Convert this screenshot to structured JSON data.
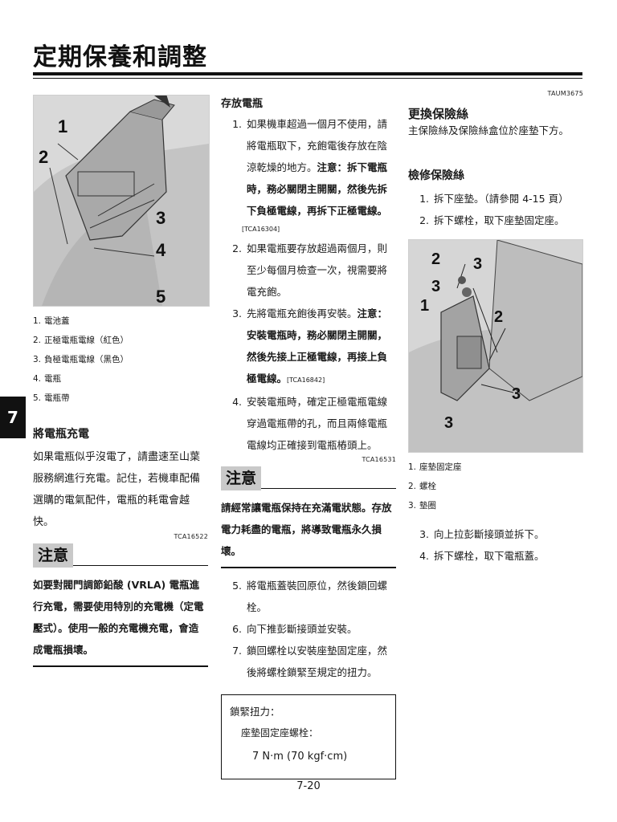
{
  "page": {
    "title": "定期保養和調整",
    "chapter": "7",
    "page_number": "7-20"
  },
  "col1": {
    "figure": {
      "callouts": [
        "1",
        "2",
        "3",
        "4",
        "5"
      ]
    },
    "legend": [
      {
        "num": "1.",
        "text": "電池蓋"
      },
      {
        "num": "2.",
        "text": "正極電瓶電線（紅色）"
      },
      {
        "num": "3.",
        "text": "負極電瓶電線（黑色）"
      },
      {
        "num": "4.",
        "text": "電瓶"
      },
      {
        "num": "5.",
        "text": "電瓶帶"
      }
    ],
    "charging": {
      "title": "將電瓶充電",
      "text": "如果電瓶似乎沒電了，請盡速至山葉服務網進行充電。記住，若機車配備選購的電氣配件，電瓶的耗電會越快。",
      "code": "TCA16522"
    },
    "caution": {
      "label": "注意",
      "text": "如要對閥門調節鉛酸 (VRLA) 電瓶進行充電，需要使用特別的充電機（定電壓式）。使用一般的充電機充電，會造成電瓶損壞。"
    }
  },
  "col2": {
    "storage_title": "存放電瓶",
    "steps_a": [
      {
        "num": "1.",
        "parts": [
          {
            "t": "如果機車超過一個月不使用，請將電瓶取下，充飽電後存放在陰涼乾燥的地方。",
            "b": false
          },
          {
            "t": "注意：拆下電瓶時，務必關閉主開關，然後先拆下負極電線，再拆下正極電線。",
            "b": true
          }
        ],
        "code": "[TCA16304]"
      },
      {
        "num": "2.",
        "parts": [
          {
            "t": "如果電瓶要存放超過兩個月，則至少每個月檢查一次，視需要將電充飽。",
            "b": false
          }
        ]
      },
      {
        "num": "3.",
        "parts": [
          {
            "t": "先將電瓶充飽後再安裝。",
            "b": false
          },
          {
            "t": "注意：安裝電瓶時，務必關閉主開關，然後先接上正極電線，再接上負極電線。",
            "b": true
          },
          {
            "t": "[TCA16842]",
            "b": false
          }
        ]
      },
      {
        "num": "4.",
        "parts": [
          {
            "t": "安裝電瓶時，確定正極電瓶電線穿過電瓶帶的孔，而且兩條電瓶電線均正確接到電瓶樁頭上。",
            "b": false
          }
        ],
        "code": "TCA16531"
      }
    ],
    "caution": {
      "label": "注意",
      "text": "請經常讓電瓶保持在充滿電狀態。存放電力耗盡的電瓶，將導致電瓶永久損壞。"
    },
    "steps_b": [
      {
        "num": "5.",
        "text": "將電瓶蓋裝回原位，然後鎖回螺栓。"
      },
      {
        "num": "6.",
        "text": "向下推彭斷接頭並安裝。"
      },
      {
        "num": "7.",
        "text": "鎖回螺栓以安裝座墊固定座，然後將螺栓鎖緊至規定的扭力。"
      }
    ],
    "torque": {
      "title": "鎖緊扭力：",
      "item": "座墊固定座螺栓：",
      "value": "7 N·m (70 kgf·cm)"
    }
  },
  "col3": {
    "code": "TAUM3675",
    "fuse_title": "更換保險絲",
    "fuse_text": "主保險絲及保險絲盒位於座墊下方。",
    "check_title": "檢修保險絲",
    "steps_a": [
      {
        "num": "1.",
        "text": "拆下座墊。（請參閱 4-15 頁）"
      },
      {
        "num": "2.",
        "text": "拆下螺栓，取下座墊固定座。"
      }
    ],
    "figure": {
      "callouts": [
        "2",
        "3",
        "3",
        "1",
        "2",
        "3",
        "3"
      ]
    },
    "legend": [
      {
        "num": "1.",
        "text": "座墊固定座"
      },
      {
        "num": "2.",
        "text": "螺栓"
      },
      {
        "num": "3.",
        "text": "墊圈"
      }
    ],
    "steps_b": [
      {
        "num": "3.",
        "text": "向上拉彭斷接頭並拆下。"
      },
      {
        "num": "4.",
        "text": "拆下螺栓，取下電瓶蓋。"
      }
    ]
  }
}
